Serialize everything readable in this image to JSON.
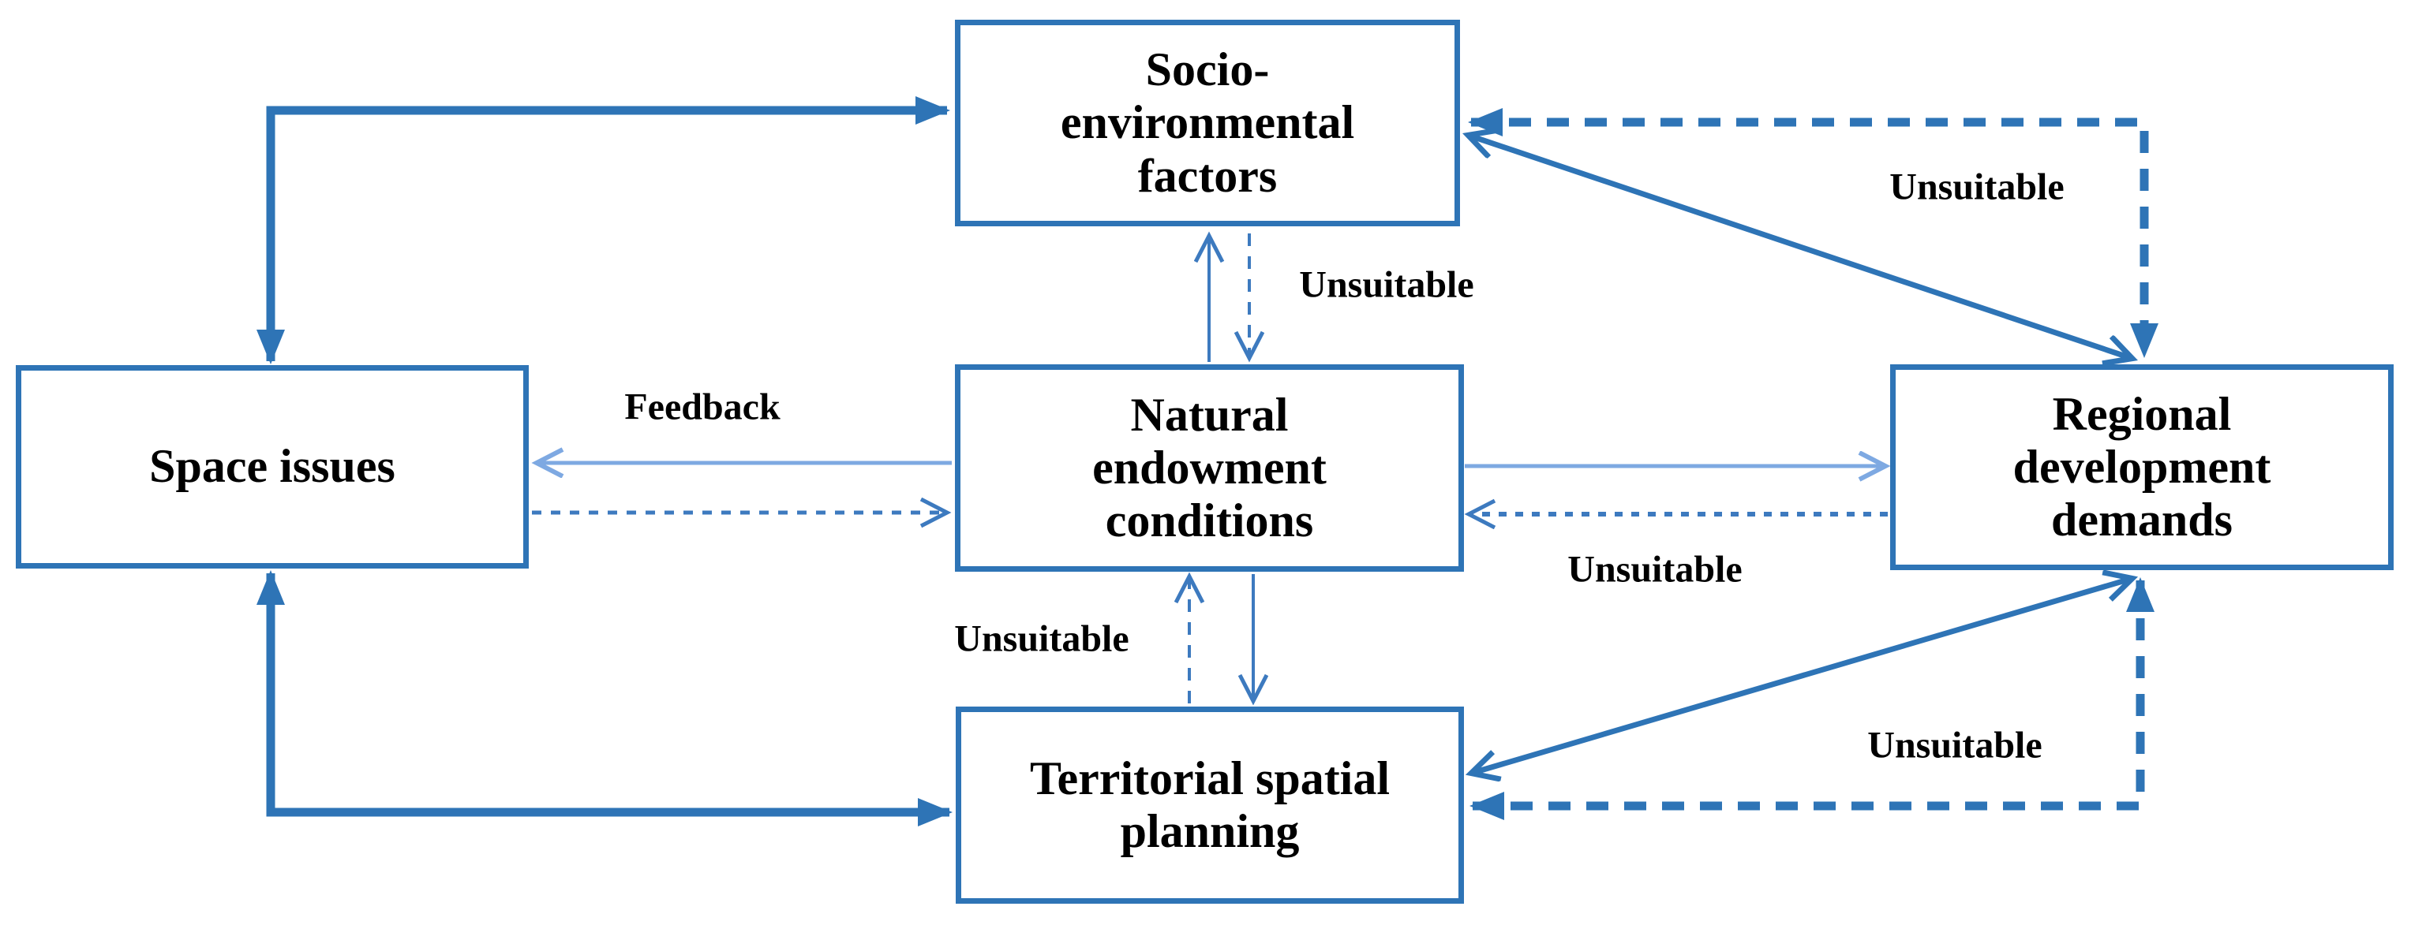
{
  "figure": {
    "type": "flow-diagram",
    "boxes": [
      {
        "id": "space-issues",
        "label": "Space issues"
      },
      {
        "id": "socio-environmental-factors",
        "label": "Socio-\nenvironmental\nfactors"
      },
      {
        "id": "natural-endowment-conditions",
        "label": "Natural\nendowment\nconditions"
      },
      {
        "id": "regional-development-demands",
        "label": "Regional\ndevelopment\ndemands"
      },
      {
        "id": "territorial-spatial-planning",
        "label": "Territorial spatial\nplanning"
      }
    ],
    "edge_labels": [
      {
        "id": "feedback",
        "text": "Feedback"
      },
      {
        "id": "unsuitable-socio-natural",
        "text": "Unsuitable"
      },
      {
        "id": "unsuitable-natural-territorial",
        "text": "Unsuitable"
      },
      {
        "id": "unsuitable-regional-natural",
        "text": "Unsuitable"
      },
      {
        "id": "unsuitable-socio-regional",
        "text": "Unsuitable"
      },
      {
        "id": "unsuitable-territorial-regional",
        "text": "Unsuitable"
      }
    ],
    "colors": {
      "line_strong": "#2E74B6",
      "line_mid": "#3D7ABF",
      "line_light": "#7EA9E2",
      "box_border": "#2E74B6",
      "text": "#000000",
      "background": "#FFFFFF"
    }
  }
}
